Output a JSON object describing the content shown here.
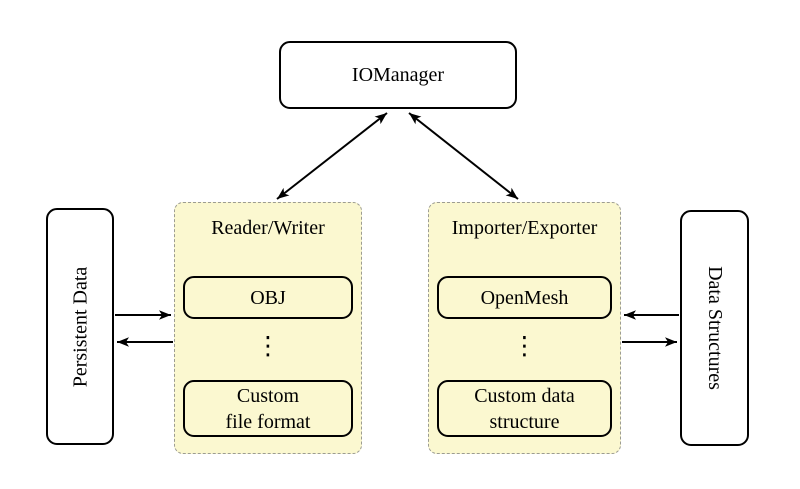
{
  "manager": {
    "label": "IOManager"
  },
  "persistent_data": {
    "label": "Persistent Data"
  },
  "data_structures": {
    "label": "Data Structures"
  },
  "reader_writer": {
    "label": "Reader/Writer",
    "items": [
      {
        "label": "OBJ"
      },
      {
        "label": "Custom\nfile format"
      }
    ]
  },
  "importer_exporter": {
    "label": "Importer/Exporter",
    "items": [
      {
        "label": "OpenMesh"
      },
      {
        "label": "Custom data\nstructure"
      }
    ]
  },
  "icons": {
    "vertical_ellipsis": "⋮"
  },
  "colors": {
    "background": "#ffffff",
    "group_fill": "#fbf8d0",
    "solid_border": "#000000",
    "dashed_border": "#9c9c92",
    "arrow": "#000000",
    "text": "#000000"
  }
}
